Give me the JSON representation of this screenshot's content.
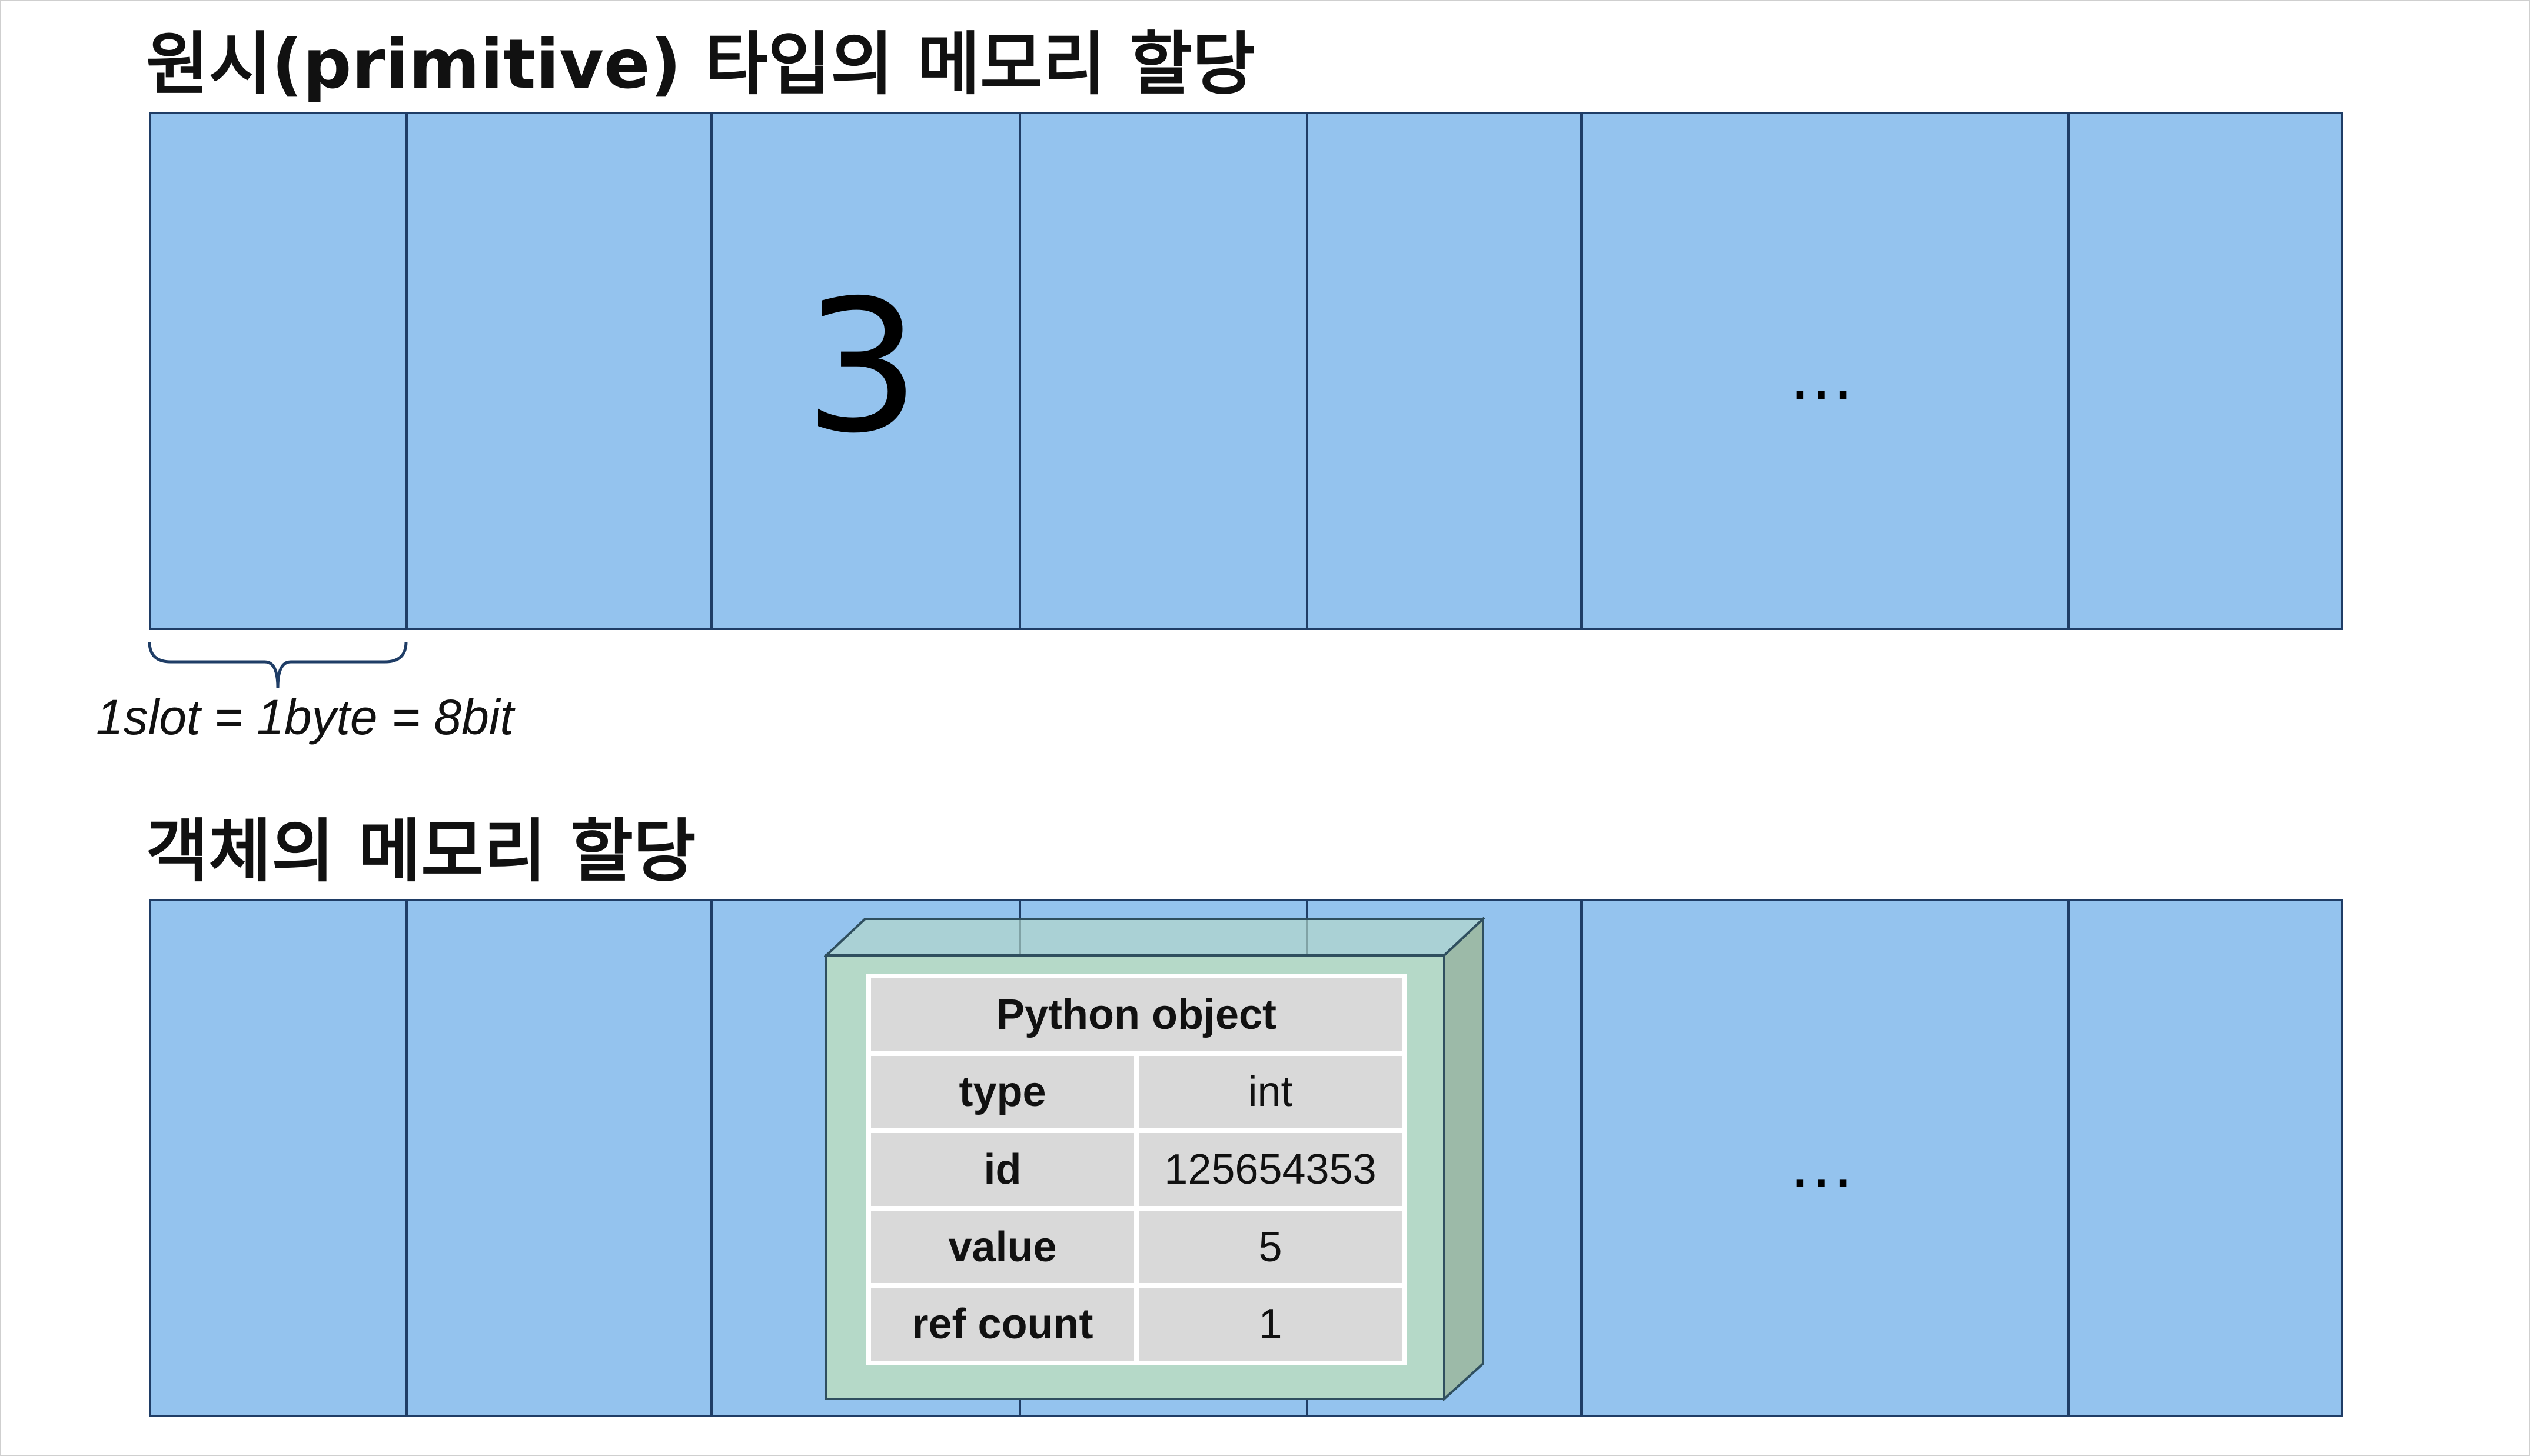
{
  "primitive_section": {
    "title": "원시(primitive) 타입의 메모리 할당",
    "stored_value": "3",
    "ellipsis": "…",
    "slot_note": "1slot = 1byte = 8bit"
  },
  "object_section": {
    "title": "객체의 메모리 할당",
    "ellipsis": "…",
    "object_table": {
      "header": "Python object",
      "rows": [
        {
          "key": "type",
          "value": "int"
        },
        {
          "key": "id",
          "value": "125654353"
        },
        {
          "key": "value",
          "value": "5"
        },
        {
          "key": "ref count",
          "value": "1"
        }
      ]
    }
  },
  "colors": {
    "cell_fill": "#94c3ee",
    "cell_border": "#1f3d66",
    "box_front": "#b5d9c8",
    "box_side": "#9cbaa8",
    "box_border": "#2f4f5f",
    "table_fill": "#d9d9d9"
  }
}
